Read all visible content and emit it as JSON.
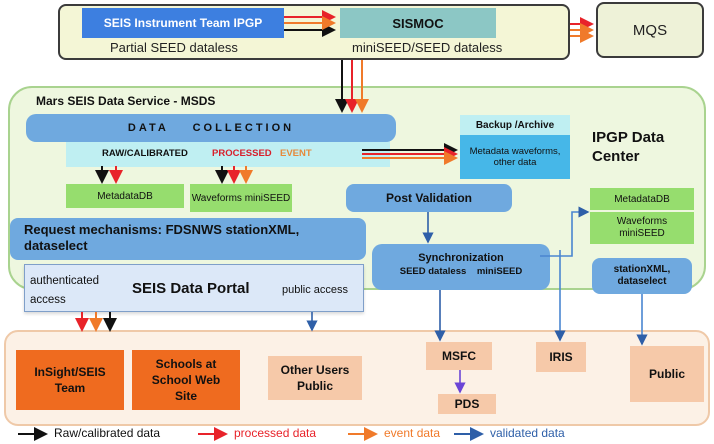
{
  "top": {
    "seis_team": "SEIS Instrument Team IPGP",
    "partial_seed": "Partial SEED dataless",
    "sismoc": "SISMOC",
    "sismoc_sub": "miniSEED/SEED dataless",
    "mqs": "MQS"
  },
  "msds": {
    "title": "Mars SEIS Data Service - MSDS",
    "data_collection": "DATA    COLLECTION",
    "raw": "RAW/CALIBRATED",
    "processed": "PROCESSED",
    "event": "EVENT",
    "backup_title": "Backup /Archive",
    "backup_body": "Metadata waveforms, other data",
    "ipgp_title": "IPGP Data Center",
    "metadatadb_left": "MetadataDB",
    "waveforms_left": "Waveforms miniSEED",
    "post_validation": "Post Validation",
    "request": "Request mechanisms: FDSNWS stationXML, dataselect",
    "synchronization": "Synchronization",
    "sync_sub": "SEED dataless    miniSEED",
    "metadatadb_right": "MetadataDB",
    "waveforms_right": "Waveforms miniSEED",
    "stationxml": "stationXML, dataselect"
  },
  "portal": {
    "authenticated": "authenticated access",
    "title": "SEIS Data Portal",
    "public_access": "public access"
  },
  "bottom": {
    "insight": "InSight/SEIS Team",
    "schools": "Schools at School Web Site",
    "other_users": "Other Users Public",
    "msfc": "MSFC",
    "pds": "PDS",
    "iris": "IRIS",
    "public": "Public"
  },
  "legend": {
    "raw": "Raw/calibrated data",
    "processed": "processed data",
    "event": "event data",
    "validated": "validated data"
  },
  "colors": {
    "raw": "#111111",
    "processed": "#e8232a",
    "event": "#f07a2a",
    "validated": "#2e5fa8"
  }
}
